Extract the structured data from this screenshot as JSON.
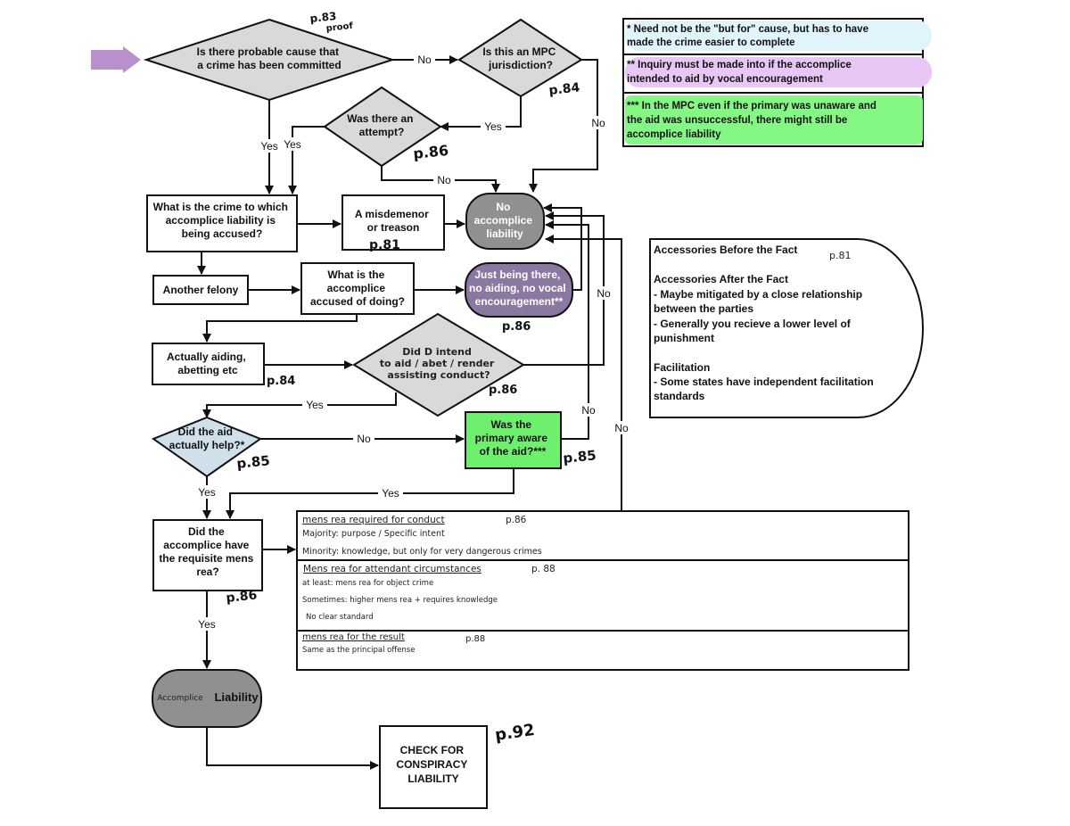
{
  "nodes": {
    "probable_cause": [
      "Is there probable cause that",
      "a crime has been committed"
    ],
    "mpc_jurisdiction": [
      "Is this an MPC",
      "jurisdiction?"
    ],
    "attempt": [
      "Was there an",
      "attempt?"
    ],
    "crime_accused": [
      "What is the crime to which",
      "accomplice liability is",
      "being accused?"
    ],
    "misdemeanor": [
      "A misdemenor",
      "or treason"
    ],
    "no_liability": [
      "No",
      "accomplice",
      "liability"
    ],
    "another_felony": [
      "Another felony"
    ],
    "accused_doing": [
      "What is the",
      "accomplice",
      "accused of doing?"
    ],
    "just_there": [
      "Just being there,",
      "no aiding, no vocal",
      "encouragement**"
    ],
    "actually_aiding": [
      "Actually aiding,",
      "abetting etc"
    ],
    "intend": [
      "Did D intend",
      "to aid / abet / render",
      "assisting conduct?"
    ],
    "aid_help": [
      "Did the aid",
      "actually help?*"
    ],
    "primary_aware": [
      "Was the",
      "primary aware",
      "of the aid?***"
    ],
    "mens_rea_q": [
      "Did the",
      "accomplice have",
      "the requisite mens",
      "rea?"
    ],
    "liability_small": "Accomplice",
    "liability_big": "Liability",
    "conspiracy": [
      "CHECK FOR",
      "CONSPIRACY",
      "LIABILITY"
    ]
  },
  "edge_labels": {
    "no": "No",
    "yes": "Yes"
  },
  "page_refs": {
    "proof_num": "p.83",
    "proof_word": "proof",
    "mpc": "p.84",
    "attempt": "p.86",
    "misdemeanor": "p.81",
    "just_there": "p.86",
    "aiding": "p.84",
    "intend": "p.86",
    "aid_help": "p.85",
    "primary": "p.85",
    "mens_rea": "p.86",
    "conspiracy": "p.92",
    "accessories": "p.81"
  },
  "notes": {
    "note1": [
      "* Need not be the \"but for\" cause, but has to have",
      "made the crime easier to complete"
    ],
    "note2": [
      "** Inquiry must be made into if the accomplice",
      "intended to aid by vocal encouragement"
    ],
    "note3": [
      "*** In the MPC even if the primary was unaware and",
      "the aid was unsuccessful, there might still be",
      "accomplice liability"
    ]
  },
  "accessories": {
    "before_title": "Accessories Before the Fact",
    "after_title": "Accessories After the Fact",
    "after_lines": [
      "- Maybe mitigated by a close relationship",
      "between the parties",
      "- Generally you recieve a lower level of",
      "punishment"
    ],
    "facilitation_title": "Facilitation",
    "facilitation_lines": [
      "- Some states have independent facilitation",
      "standards"
    ]
  },
  "mens_rea_table": {
    "conduct_title": "mens rea required for conduct",
    "conduct_page": "p.86",
    "conduct_lines": [
      "Majority: purpose / Specific intent",
      "Minority: knowledge, but only for very dangerous crimes"
    ],
    "circ_title": "Mens rea for attendant circumstances",
    "circ_page": "p. 88",
    "circ_lines": [
      "at least: mens rea for object crime",
      "Sometimes: higher mens rea + requires knowledge",
      "No clear standard"
    ],
    "result_title": "mens rea for the result",
    "result_page": "p.88",
    "result_lines": [
      "Same as the principal offense"
    ]
  },
  "colors": {
    "diamond": "#d9d9d9",
    "terminal_gray": "#909090",
    "just_there": "#8a78a0",
    "primary_green": "#6ef06e",
    "note1_bg": "#dff4fb",
    "note2_bg": "#e8c6f5",
    "note3_bg": "#84f784",
    "arrow_purple": "#b890cc"
  }
}
